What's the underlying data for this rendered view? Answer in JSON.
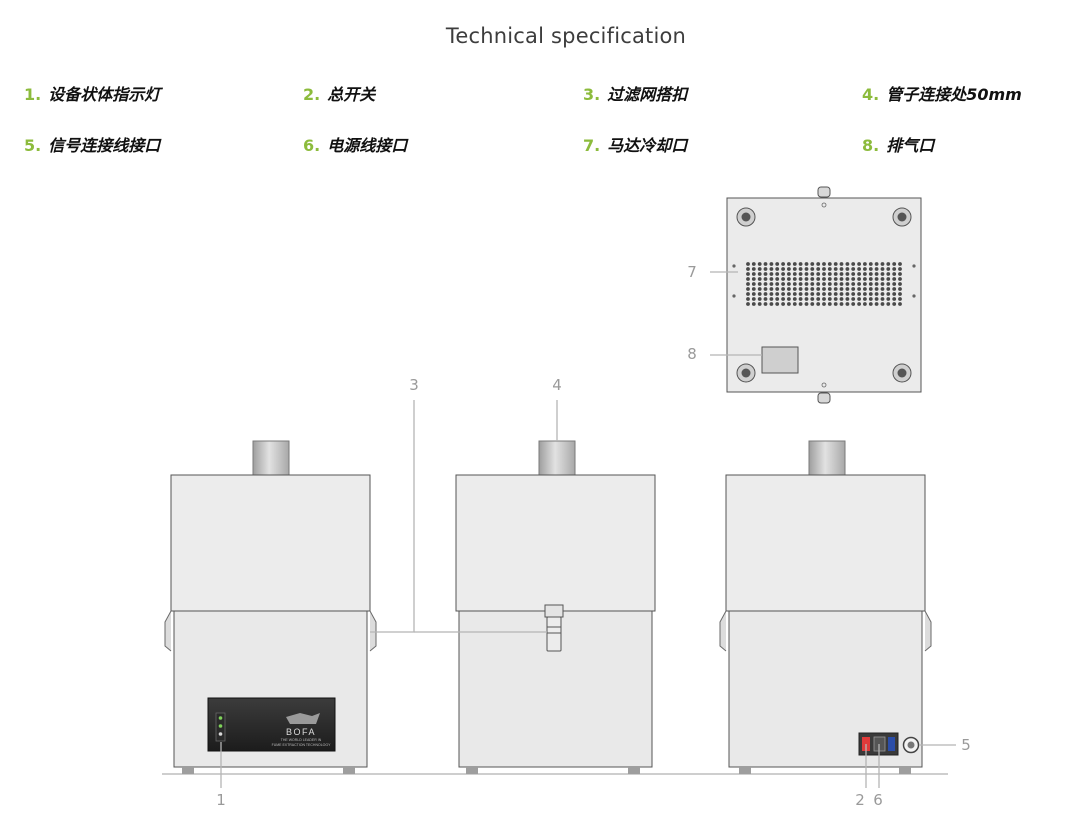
{
  "title": "Technical specification",
  "legend": [
    {
      "num": "1.",
      "label": "设备状体指示灯"
    },
    {
      "num": "2.",
      "label": "总开关"
    },
    {
      "num": "3.",
      "label": "过滤网搭扣"
    },
    {
      "num": "4.",
      "label": "管子连接处50mm"
    },
    {
      "num": "5.",
      "label": "信号连接线接口"
    },
    {
      "num": "6.",
      "label": "电源线接口"
    },
    {
      "num": "7.",
      "label": "马达冷却口"
    },
    {
      "num": "8.",
      "label": "排气口"
    }
  ],
  "callouts": {
    "c1": "1",
    "c2": "2",
    "c3": "3",
    "c4": "4",
    "c5": "5",
    "c6": "6",
    "c7": "7",
    "c8": "8"
  },
  "brand": {
    "logo": "BOFA",
    "tagline_1": "THE WORLD LEADER IN",
    "tagline_2": "FUME EXTRACTION TECHNOLOGY"
  },
  "colors": {
    "accent": "#8cbb3c",
    "body": "#ececec",
    "outline": "#555555",
    "callout": "#9a9a9a"
  }
}
